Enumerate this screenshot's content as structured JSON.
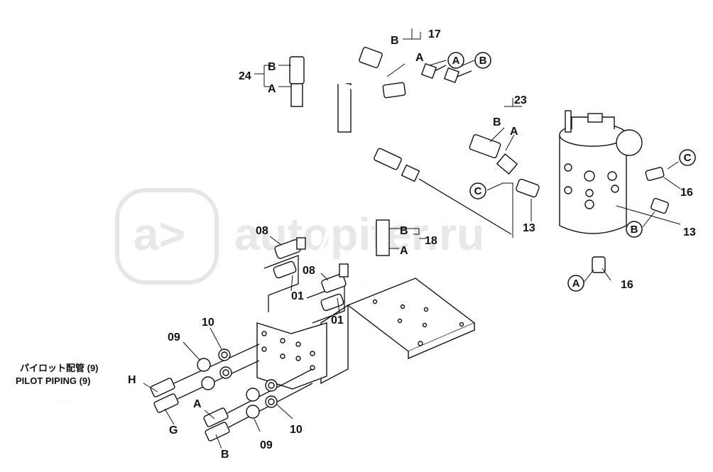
{
  "watermark": {
    "text": "autopiter.ru"
  },
  "pilot_piping": {
    "line1": "パイロット配管 (9)",
    "line2": "PILOT PIPING (9)"
  },
  "callouts": {
    "c24": "24",
    "c24_b": "B",
    "c24_a": "A",
    "c17": "17",
    "c17_b": "B",
    "c17_a": "A",
    "c23": "23",
    "c23_b": "B",
    "c23_a": "A",
    "c18": "18",
    "c18_b": "B",
    "c18_a": "A",
    "c08_top": "08",
    "c01_top": "01",
    "c08_mid": "08",
    "c01_mid": "01",
    "c13_left": "13",
    "c13_right": "13",
    "c16_right": "16",
    "c16_bottom": "16",
    "c09_top": "09",
    "c10_top": "10",
    "c09_bottom": "09",
    "c10_bottom": "10",
    "c_h": "H",
    "c_g": "G",
    "c_a": "A",
    "c_b": "B"
  },
  "circles": {
    "a_top": "A",
    "b_top": "B",
    "c_left": "C",
    "c_right": "C",
    "b_right": "B",
    "a_bottom": "A"
  }
}
